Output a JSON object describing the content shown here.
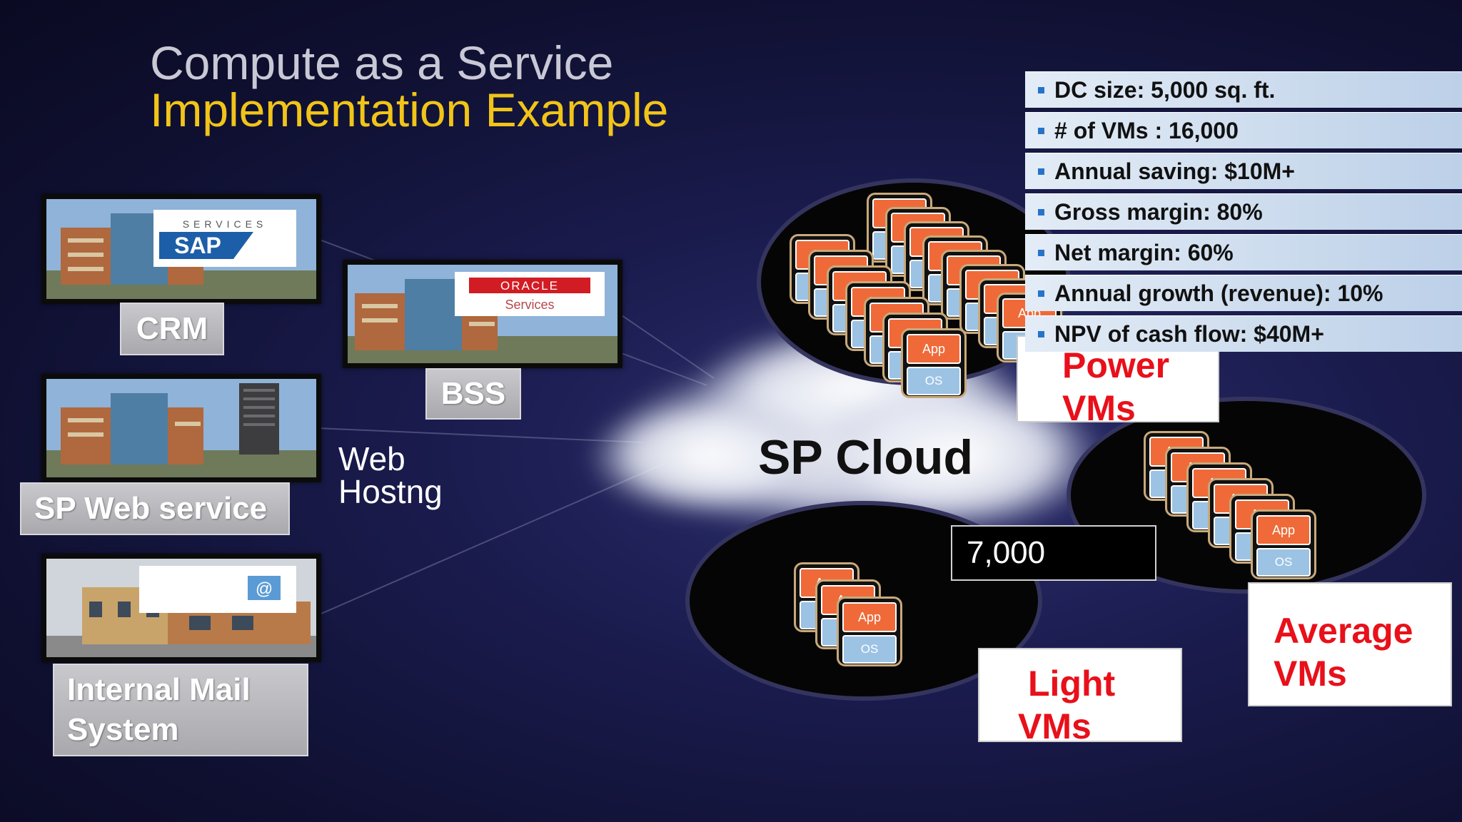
{
  "title": {
    "line1": "Compute as a Service",
    "line2": "Implementation Example"
  },
  "services": [
    {
      "label": "CRM",
      "logo_text": "SAP",
      "logo_sub": "SERVICES"
    },
    {
      "label": "BSS",
      "logo_text": "ORACLE",
      "logo_sub": "Services"
    },
    {
      "label": "SP Web service",
      "side_caption": "Web Hostng"
    },
    {
      "label": "Internal Mail System",
      "logo_text": "@"
    }
  ],
  "web_caption": {
    "line1": "Web",
    "line2": "Hostng"
  },
  "cloud_label": "SP Cloud",
  "vm_tiles": {
    "app_label": "App",
    "os_label": "OS"
  },
  "vm_pools": {
    "power": {
      "line1": "Power",
      "line2": "VMs"
    },
    "light": {
      "line1": "Light",
      "line2": "VMs"
    },
    "average": {
      "line1": "Average",
      "line2": "VMs"
    }
  },
  "light_vm_count": "7,000",
  "stats": [
    "DC size: 5,000 sq. ft.",
    "# of  VMs : 16,000",
    "Annual saving: $10M+",
    "Gross margin: 80%",
    "Net margin: 60%",
    "Annual growth (revenue): 10%",
    "NPV of cash flow: $40M+"
  ],
  "colors": {
    "title_accent": "#f1c419",
    "vm_label_red": "#e8101a",
    "app_tile": "#ef6a38",
    "os_tile": "#9cc3e4",
    "stat_bullet": "#2673c8"
  }
}
